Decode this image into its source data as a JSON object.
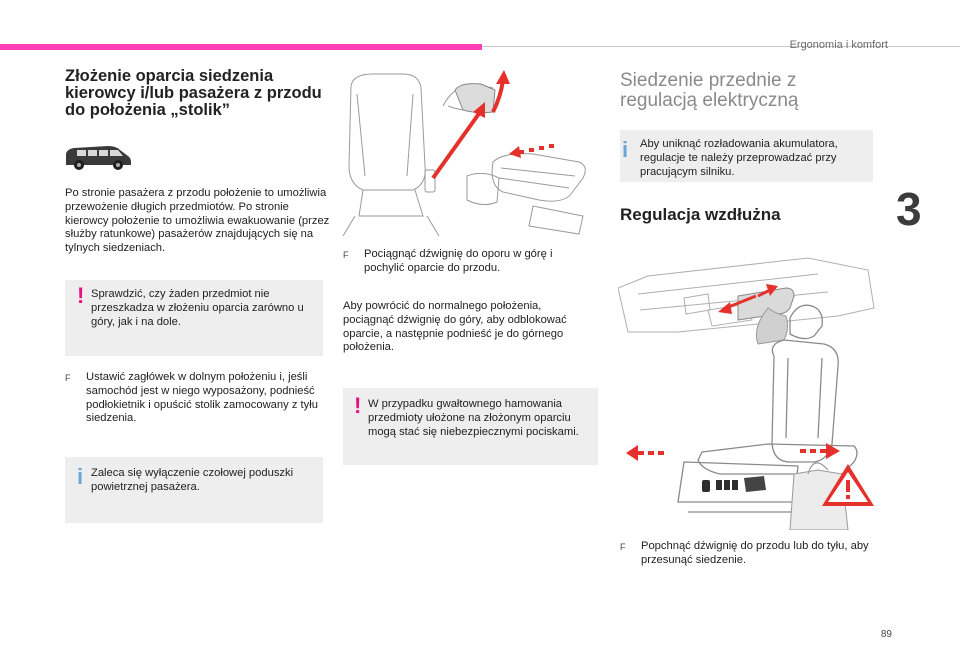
{
  "header": {
    "section": "Ergonomia i komfort",
    "chapter_number": "3",
    "page_number": "89"
  },
  "left": {
    "title": "Złożenie oparcia siedzenia kierowcy i/lub pasażera z przodu do położenia „stolik”",
    "intro": "Po stronie pasażera z przodu położenie to umożliwia przewożenie długich przedmiotów. Po stronie kierowcy położenie to umożliwia ewakuowanie (przez służby ratunkowe) pasażerów znajdujących się na tylnych siedzeniach.",
    "warning": "Sprawdzić, czy żaden przedmiot nie przeszkadza w złożeniu oparcia zarówno u góry, jak i na dole.",
    "step": "Ustawić zagłówek w dolnym położeniu i, jeśli samochód jest w niego wyposażony, podnieść podłokietnik i opuścić stolik zamocowany z tyłu siedzenia.",
    "info": "Zaleca się wyłączenie czołowej poduszki powietrznej pasażera."
  },
  "middle": {
    "step": "Pociągnąć dźwignię do oporu w górę i pochylić oparcie do przodu.",
    "return_text": "Aby powrócić do normalnego położenia, pociągnąć dźwignię do góry, aby odblokować oparcie, a następnie podnieść je do górnego położenia.",
    "warning": "W przypadku gwałtownego hamowania przedmioty ułożone na złożonym oparciu mogą stać się niebezpiecznymi pociskami."
  },
  "right": {
    "title": "Siedzenie przednie z regulacją elektryczną",
    "info": "Aby uniknąć rozładowania akumulatora, regulacje te należy przeprowadzać przy pracującym silniku.",
    "subtitle": "Regulacja wzdłużna",
    "step": "Popchnąć dźwignię do przodu lub do tyłu, aby przesunąć siedzenie."
  },
  "icons": {
    "bullet": "F",
    "warning": "!",
    "info": "i"
  },
  "colors": {
    "accent_pink": "#ff3fb7",
    "warning_magenta": "#e8107e",
    "info_blue": "#6aa6d6",
    "arrow_red": "#e4312b",
    "box_gray": "#eeeeee"
  }
}
